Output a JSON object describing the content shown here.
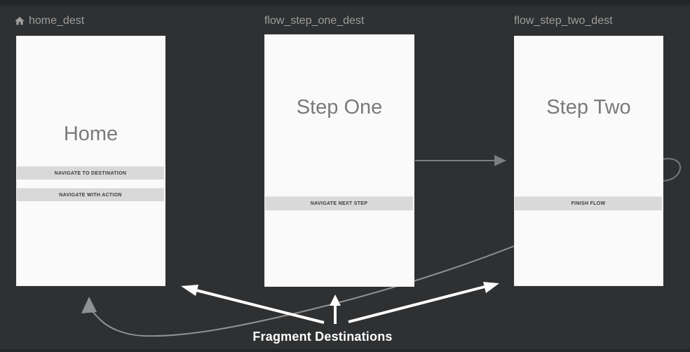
{
  "editor": {
    "name": "navigation-graph",
    "colors": {
      "background": "#2e3032",
      "card": "#fafafa",
      "preview_button": "#d9d9d9",
      "preview_button_text": "#3b3b3b",
      "screen_title": "#7a7a7a",
      "destination_label": "#9e9e9e",
      "action_edge": "#8f9193",
      "annotation": "#ffffff"
    }
  },
  "destinations": [
    {
      "id": "home_dest",
      "label": "home_dest",
      "is_start_destination": true,
      "icon": "home-icon",
      "screen": {
        "title": "Home",
        "buttons": [
          "NAVIGATE TO DESTINATION",
          "NAVIGATE WITH ACTION"
        ]
      }
    },
    {
      "id": "flow_step_one_dest",
      "label": "flow_step_one_dest",
      "is_start_destination": false,
      "screen": {
        "title": "Step One",
        "buttons": [
          "NAVIGATE NEXT STEP"
        ]
      }
    },
    {
      "id": "flow_step_two_dest",
      "label": "flow_step_two_dest",
      "is_start_destination": false,
      "screen": {
        "title": "Step Two",
        "buttons": [
          "FINISH FLOW"
        ]
      }
    }
  ],
  "graph": {
    "edges": [
      {
        "from": "flow_step_one_dest",
        "to": "flow_step_two_dest",
        "type": "action"
      },
      {
        "from": "flow_step_two_dest",
        "to": "home_dest",
        "type": "action"
      }
    ]
  },
  "annotation": {
    "label": "Fragment Destinations",
    "arrow_targets": [
      "home_dest",
      "flow_step_one_dest",
      "flow_step_two_dest"
    ]
  }
}
